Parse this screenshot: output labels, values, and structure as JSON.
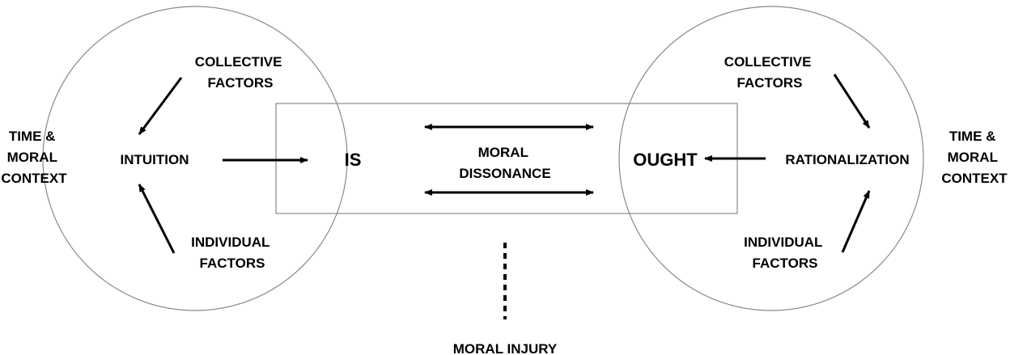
{
  "left_circle": {
    "collective_factors": [
      "COLLECTIVE",
      "FACTORS"
    ],
    "intuition": "INTUITION",
    "individual_factors": [
      "INDIVIDUAL",
      "FACTORS"
    ]
  },
  "left_context": [
    "TIME &",
    "MORAL",
    "CONTEXT"
  ],
  "center_box": {
    "is": "IS",
    "ought": "OUGHT",
    "moral_dissonance": [
      "MORAL",
      "DISSONANCE"
    ]
  },
  "right_circle": {
    "collective_factors": [
      "COLLECTIVE",
      "FACTORS"
    ],
    "rationalization": "RATIONALIZATION",
    "individual_factors": [
      "INDIVIDUAL",
      "FACTORS"
    ]
  },
  "right_context": [
    "TIME &",
    "MORAL",
    "CONTEXT"
  ],
  "moral_injury": "MORAL INJURY",
  "colors": {
    "line": "#888888",
    "ink": "#000000"
  }
}
